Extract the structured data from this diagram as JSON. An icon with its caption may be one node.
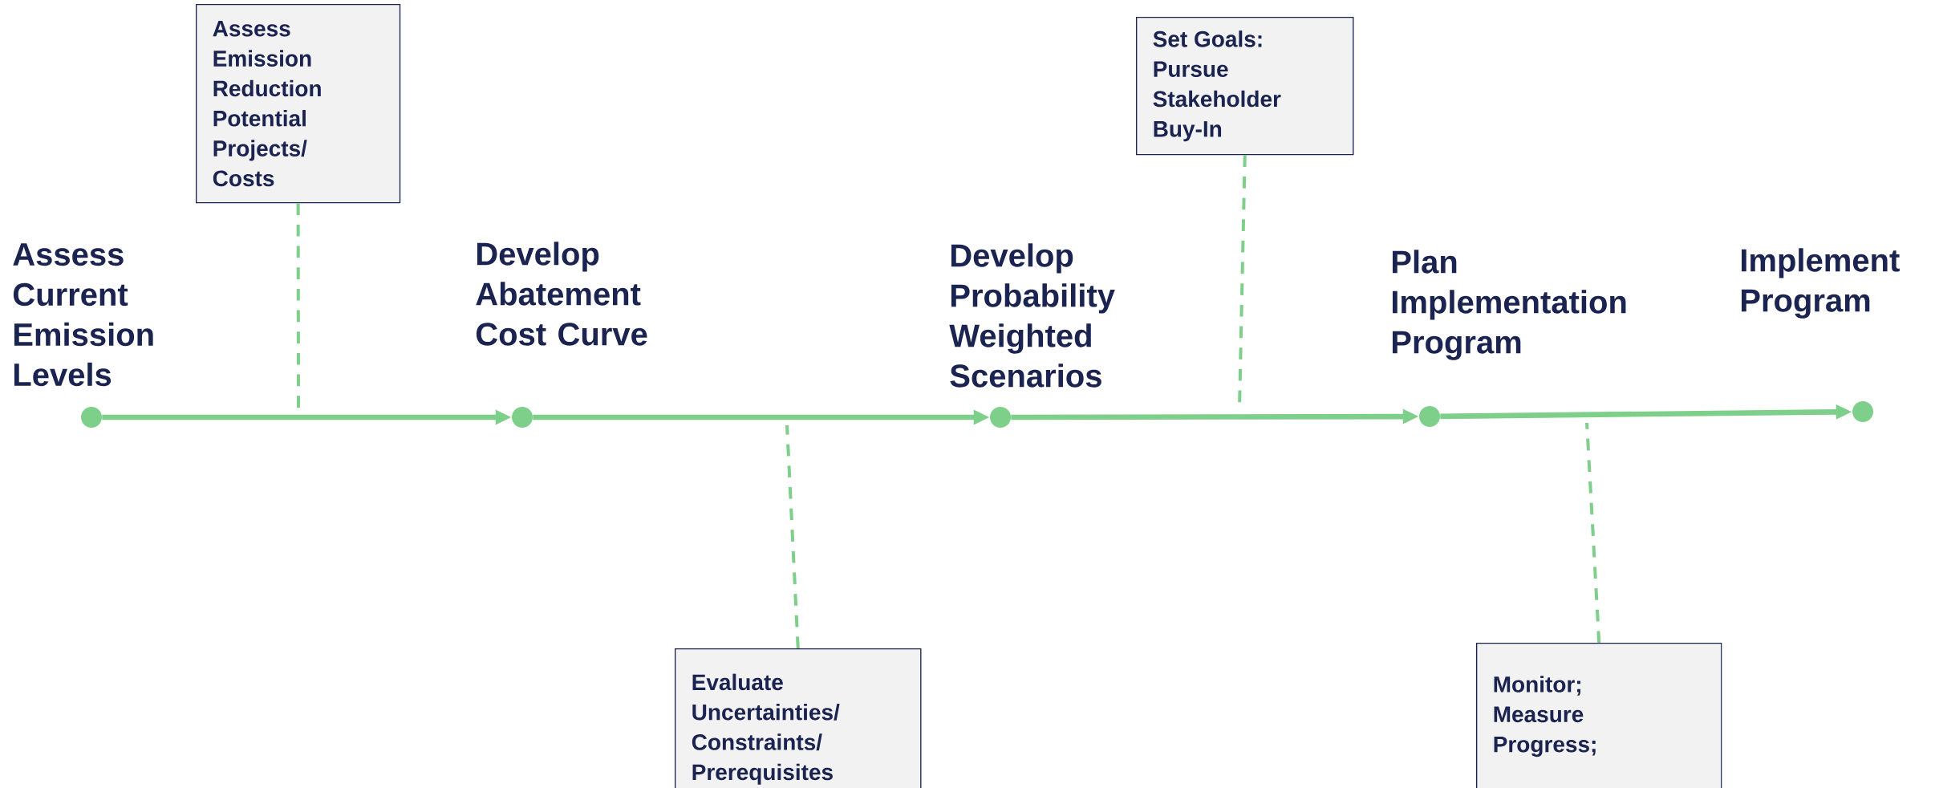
{
  "diagram": {
    "nodes": [
      {
        "text": [],
        "shape": "circle",
        "beside": [
          "Assess Current Emission Levels"
        ]
      },
      {
        "text": [],
        "shape": "circle",
        "beside": [
          "Develop Abatement Cost Curve"
        ]
      },
      {
        "text": [],
        "shape": "circle",
        "beside": [
          "Develop Probability Weighted Scenarios"
        ]
      },
      {
        "text": [],
        "shape": "circle",
        "beside": [
          "Plan Implementation Program"
        ]
      },
      {
        "text": [],
        "shape": "circle",
        "beside": [
          "Implement Program"
        ]
      },
      {
        "text": [
          "Assess Emission Reduction Potential Projects/ Costs"
        ]
      },
      {
        "text": [
          "Evaluate Uncertainties/ Constraints/ Prerequisites"
        ]
      },
      {
        "text": [
          "Set Goals: Pursue Stakeholder Buy-In"
        ]
      },
      {
        "text": [
          "Monitor; Measure Progress;"
        ]
      }
    ],
    "edges": [
      {
        "from": 0,
        "to": 1,
        "arrow": "to"
      },
      {
        "from": 1,
        "to": 2,
        "arrow": "to"
      },
      {
        "from": 2,
        "to": 3,
        "arrow": "to"
      },
      {
        "from": 3,
        "to": 4,
        "arrow": "to"
      },
      {
        "from": 5,
        "to": null,
        "arrow": "none",
        "style": "dashed"
      },
      {
        "from": 6,
        "to": null,
        "arrow": "none",
        "style": "dashed"
      },
      {
        "from": 7,
        "to": null,
        "arrow": "none",
        "style": "dashed"
      },
      {
        "from": 8,
        "to": null,
        "arrow": "none",
        "style": "dashed"
      }
    ]
  }
}
